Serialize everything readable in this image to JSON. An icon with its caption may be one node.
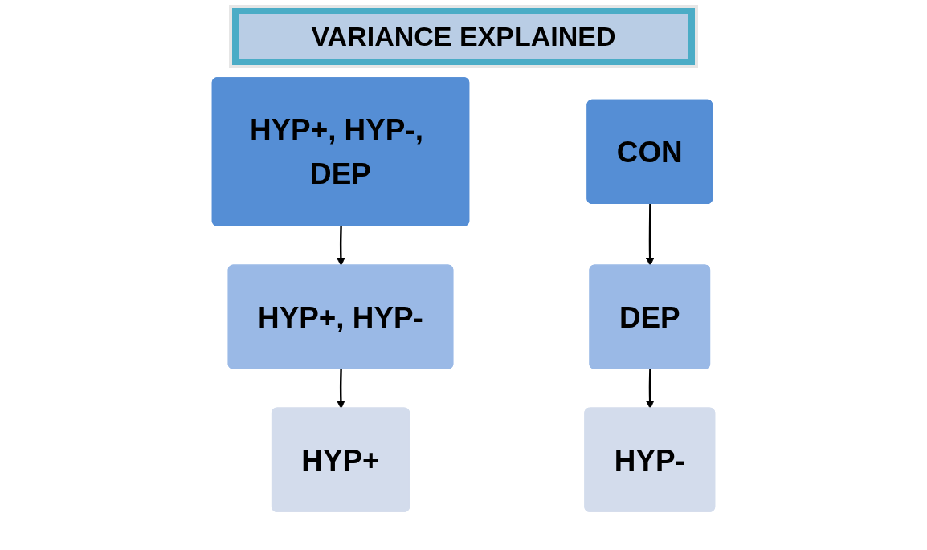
{
  "diagram": {
    "title": "VARIANCE EXPLAINED",
    "nodes": [
      {
        "text": [
          "HYP+, HYP-, DEP"
        ]
      },
      {
        "text": [
          "HYP+, HYP-"
        ]
      },
      {
        "text": [
          "HYP+"
        ]
      },
      {
        "text": [
          "CON"
        ]
      },
      {
        "text": [
          "DEP"
        ]
      },
      {
        "text": [
          "HYP-"
        ]
      }
    ],
    "edges": [
      {
        "from": 0,
        "to": 1,
        "arrow": "to"
      },
      {
        "from": 1,
        "to": 2,
        "arrow": "to"
      },
      {
        "from": 3,
        "to": 4,
        "arrow": "to"
      },
      {
        "from": 4,
        "to": 5,
        "arrow": "to"
      }
    ]
  }
}
